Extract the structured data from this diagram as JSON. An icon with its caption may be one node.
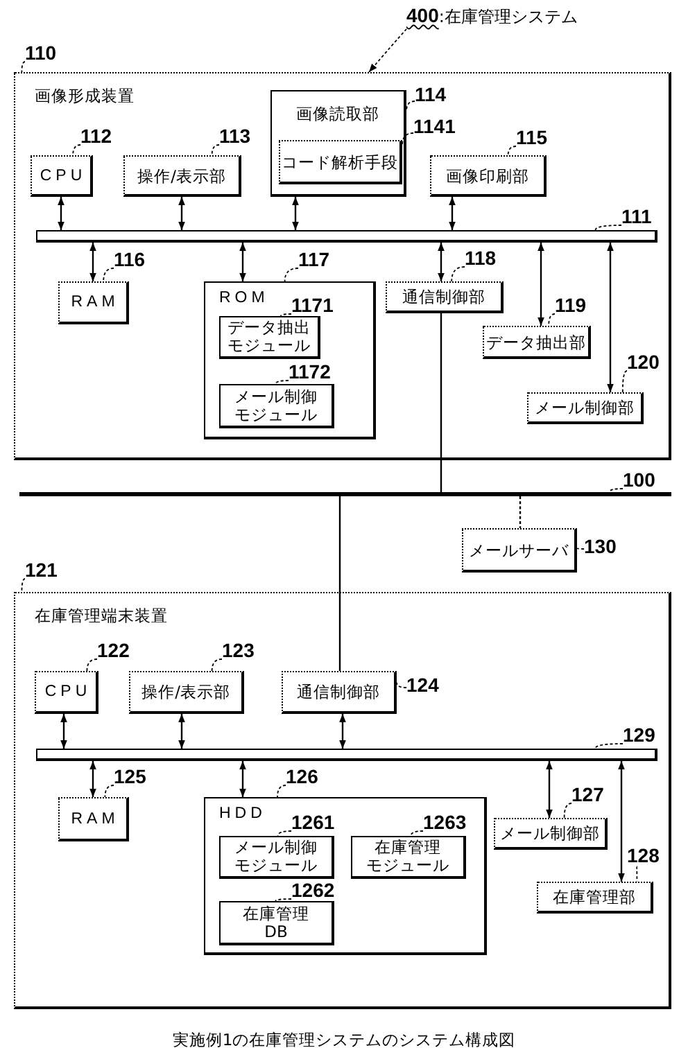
{
  "diagram": {
    "nodes": [
      {
        "text": [
          "**400**:在庫管理システム"
        ]
      },
      {
        "text": [
          "110"
        ]
      },
      {
        "text": [
          "画像形成装置"
        ]
      },
      {
        "text": [
          "画像読取部"
        ],
        "in": 2
      },
      {
        "text": [
          "114"
        ],
        "in": 2
      },
      {
        "text": [
          "1141"
        ],
        "in": 2
      },
      {
        "text": [
          "コード解析手段"
        ],
        "in": 3
      },
      {
        "text": [
          "112"
        ],
        "in": 2
      },
      {
        "text": [
          "113"
        ],
        "in": 2
      },
      {
        "text": [
          "115"
        ],
        "in": 2
      },
      {
        "text": [
          "CPU"
        ],
        "in": 2
      },
      {
        "text": [
          "操作/表示部"
        ],
        "in": 2
      },
      {
        "text": [
          "画像印刷部"
        ],
        "in": 2
      },
      {
        "text": [
          "111"
        ],
        "in": 2
      },
      {
        "text": [],
        "shape": "bar",
        "in": 2
      },
      {
        "text": [
          "116"
        ],
        "in": 2
      },
      {
        "text": [
          "117"
        ],
        "in": 2
      },
      {
        "text": [
          "118"
        ],
        "in": 2
      },
      {
        "text": [
          "RAM"
        ],
        "in": 2
      },
      {
        "text": [
          "ROM"
        ],
        "in": 2
      },
      {
        "text": [
          "通信制御部"
        ],
        "in": 2
      },
      {
        "text": [
          "1171"
        ],
        "in": 19
      },
      {
        "text": [
          "データ抽出モジュール"
        ],
        "in": 19
      },
      {
        "text": [
          "119"
        ],
        "in": 2
      },
      {
        "text": [
          "データ抽出部"
        ],
        "in": 2
      },
      {
        "text": [
          "1172"
        ],
        "in": 19
      },
      {
        "text": [
          "120"
        ],
        "in": 2
      },
      {
        "text": [
          "メール制御モジュール"
        ],
        "in": 19
      },
      {
        "text": [
          "メール制御部"
        ],
        "in": 2
      },
      {
        "text": [
          "100"
        ]
      },
      {
        "text": [],
        "shape": "line"
      },
      {
        "text": [
          "メールサーバ"
        ]
      },
      {
        "text": [
          "130"
        ]
      },
      {
        "text": [
          "121"
        ]
      },
      {
        "text": [
          "在庫管理端末装置"
        ]
      },
      {
        "text": [
          "122"
        ],
        "in": 34
      },
      {
        "text": [
          "123"
        ],
        "in": 34
      },
      {
        "text": [
          "CPU"
        ],
        "in": 34
      },
      {
        "text": [
          "操作/表示部"
        ],
        "in": 34
      },
      {
        "text": [
          "通信制御部"
        ],
        "in": 34
      },
      {
        "text": [
          "124"
        ],
        "in": 34
      },
      {
        "text": [
          "129"
        ],
        "in": 34
      },
      {
        "text": [],
        "shape": "bar",
        "in": 34
      },
      {
        "text": [
          "125"
        ],
        "in": 34
      },
      {
        "text": [
          "126"
        ],
        "in": 34
      },
      {
        "text": [
          "RAM"
        ],
        "in": 34
      },
      {
        "text": [
          "HDD"
        ],
        "in": 34
      },
      {
        "text": [
          "127"
        ],
        "in": 34
      },
      {
        "text": [
          "メール制御部"
        ],
        "in": 34
      },
      {
        "text": [
          "1261"
        ],
        "in": 46
      },
      {
        "text": [
          "1263"
        ],
        "in": 46
      },
      {
        "text": [
          "メール制御モジュール"
        ],
        "in": 46
      },
      {
        "text": [
          "在庫管理モジュール"
        ],
        "in": 46
      },
      {
        "text": [
          "128"
        ],
        "in": 34
      },
      {
        "text": [
          "在庫管理部"
        ],
        "in": 34
      },
      {
        "text": [
          "1262"
        ],
        "in": 46
      },
      {
        "text": [
          "在庫管理DB"
        ],
        "in": 46
      }
    ],
    "edges": [
      {
        "from": 0,
        "to": 2,
        "arrow": "to",
        "style": "dashed"
      },
      {
        "from": 1,
        "to": 2,
        "arrow": "none",
        "style": "dashed"
      },
      {
        "from": 4,
        "to": 3,
        "arrow": "none",
        "style": "dashed"
      },
      {
        "from": 5,
        "to": 6,
        "arrow": "none",
        "style": "dashed"
      },
      {
        "from": 7,
        "to": 10,
        "arrow": "none",
        "style": "dashed"
      },
      {
        "from": 8,
        "to": 11,
        "arrow": "none",
        "style": "dashed"
      },
      {
        "from": 9,
        "to": 12,
        "arrow": "none",
        "style": "dashed"
      },
      {
        "from": 13,
        "to": 14,
        "arrow": "none",
        "style": "dashed"
      },
      {
        "from": 15,
        "to": 18,
        "arrow": "none",
        "style": "dashed"
      },
      {
        "from": 16,
        "to": 19,
        "arrow": "none",
        "style": "dashed"
      },
      {
        "from": 17,
        "to": 20,
        "arrow": "none",
        "style": "dashed"
      },
      {
        "from": 21,
        "to": 22,
        "arrow": "none",
        "style": "dashed"
      },
      {
        "from": 23,
        "to": 24,
        "arrow": "none",
        "style": "dashed"
      },
      {
        "from": 25,
        "to": 27,
        "arrow": "none",
        "style": "dashed"
      },
      {
        "from": 26,
        "to": 28,
        "arrow": "none",
        "style": "dashed"
      },
      {
        "from": 29,
        "to": 30,
        "arrow": "none",
        "style": "dashed"
      },
      {
        "from": 32,
        "to": 31,
        "arrow": "none",
        "style": "dashed"
      },
      {
        "from": 33,
        "to": 34,
        "arrow": "none",
        "style": "dashed"
      },
      {
        "from": 35,
        "to": 37,
        "arrow": "none",
        "style": "dashed"
      },
      {
        "from": 36,
        "to": 38,
        "arrow": "none",
        "style": "dashed"
      },
      {
        "from": 40,
        "to": 39,
        "arrow": "none",
        "style": "dashed"
      },
      {
        "from": 41,
        "to": 42,
        "arrow": "none",
        "style": "dashed"
      },
      {
        "from": 43,
        "to": 45,
        "arrow": "none",
        "style": "dashed"
      },
      {
        "from": 44,
        "to": 46,
        "arrow": "none",
        "style": "dashed"
      },
      {
        "from": 47,
        "to": 48,
        "arrow": "none",
        "style": "dashed"
      },
      {
        "from": 49,
        "to": 51,
        "arrow": "none",
        "style": "dashed"
      },
      {
        "from": 50,
        "to": 52,
        "arrow": "none",
        "style": "dashed"
      },
      {
        "from": 53,
        "to": 54,
        "arrow": "none",
        "style": "dashed"
      },
      {
        "from": 55,
        "to": 56,
        "arrow": "none",
        "style": "dashed"
      },
      {
        "from": 10,
        "to": 14,
        "arrow": "both"
      },
      {
        "from": 11,
        "to": 14,
        "arrow": "both"
      },
      {
        "from": 3,
        "to": 14,
        "arrow": "both"
      },
      {
        "from": 12,
        "to": 14,
        "arrow": "both"
      },
      {
        "from": 14,
        "to": 18,
        "arrow": "both"
      },
      {
        "from": 14,
        "to": 19,
        "arrow": "both"
      },
      {
        "from": 14,
        "to": 20,
        "arrow": "both"
      },
      {
        "from": 14,
        "to": 24,
        "arrow": "both"
      },
      {
        "from": 14,
        "to": 28,
        "arrow": "both"
      },
      {
        "from": 20,
        "to": 30,
        "arrow": "none"
      },
      {
        "from": 30,
        "to": 39,
        "arrow": "none"
      },
      {
        "from": 30,
        "to": 31,
        "arrow": "none",
        "style": "dashed"
      },
      {
        "from": 37,
        "to": 42,
        "arrow": "both"
      },
      {
        "from": 38,
        "to": 42,
        "arrow": "both"
      },
      {
        "from": 39,
        "to": 42,
        "arrow": "both"
      },
      {
        "from": 42,
        "to": 45,
        "arrow": "both"
      },
      {
        "from": 42,
        "to": 46,
        "arrow": "both"
      },
      {
        "from": 42,
        "to": 48,
        "arrow": "both"
      },
      {
        "from": 42,
        "to": 54,
        "arrow": "both"
      }
    ],
    "caption": "実施例1の在庫管理システムのシステム構成図"
  }
}
